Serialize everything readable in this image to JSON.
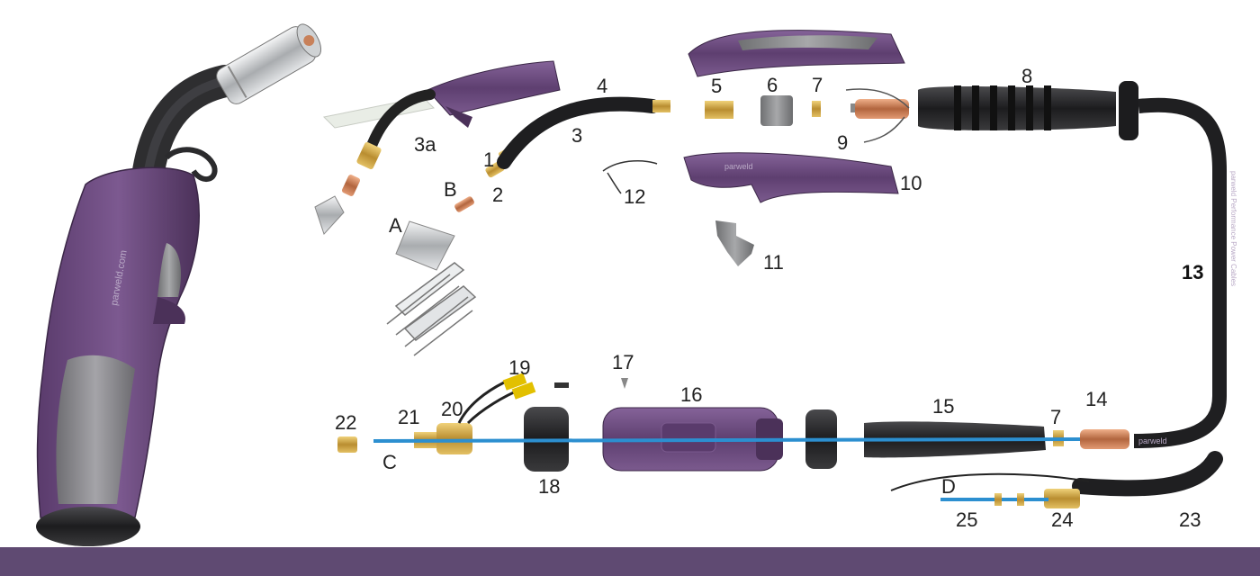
{
  "brand": {
    "handle_print": "parweld.com",
    "handle_top_print": "parweld",
    "cable_print": "parweld  Performance  Power  Cables",
    "rear_print": "parweld"
  },
  "colors": {
    "purple": "#6b4a7e",
    "purple_dark": "#4b3159",
    "grey": "#8f9092",
    "black": "#1f1f21",
    "brass": "#c9a24a",
    "copper": "#c8815a",
    "blue": "#2c8fd0",
    "chrome": "#d8dadc",
    "footer": "#5f4a72"
  },
  "labels": {
    "l1": "1",
    "l2": "2",
    "l3": "3",
    "l3a": "3a",
    "l4": "4",
    "l5": "5",
    "l6": "6",
    "l7": "7",
    "l7b": "7",
    "l8": "8",
    "l9": "9",
    "l10": "10",
    "l11": "11",
    "l12": "12",
    "l13": "13",
    "l14": "14",
    "l15": "15",
    "l16": "16",
    "l17": "17",
    "l18": "18",
    "l19": "19",
    "l20": "20",
    "l21": "21",
    "l22": "22",
    "l23": "23",
    "l24": "24",
    "l25": "25",
    "lA": "A",
    "lB": "B",
    "lC": "C",
    "lD": "D"
  }
}
